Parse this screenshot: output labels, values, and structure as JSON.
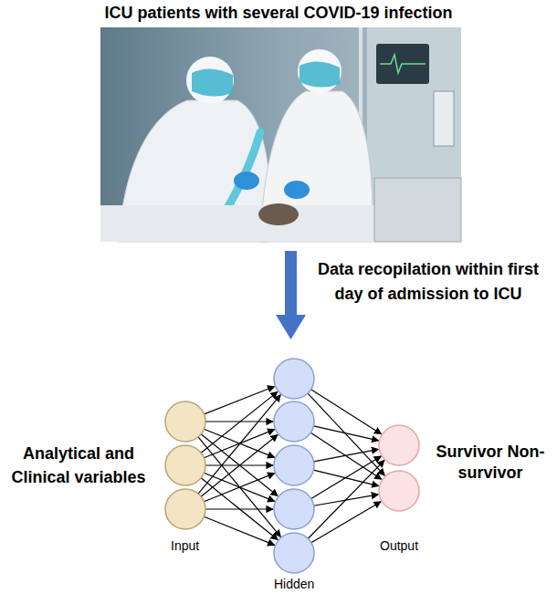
{
  "diagram": {
    "title": "ICU patients with several COVID-19 infection",
    "labels": [
      "Data recopilation within first day of admission to ICU",
      "Analytical and Clinical variables",
      "Survivor Non-survivor",
      "Input",
      "Hidden",
      "Output"
    ]
  }
}
